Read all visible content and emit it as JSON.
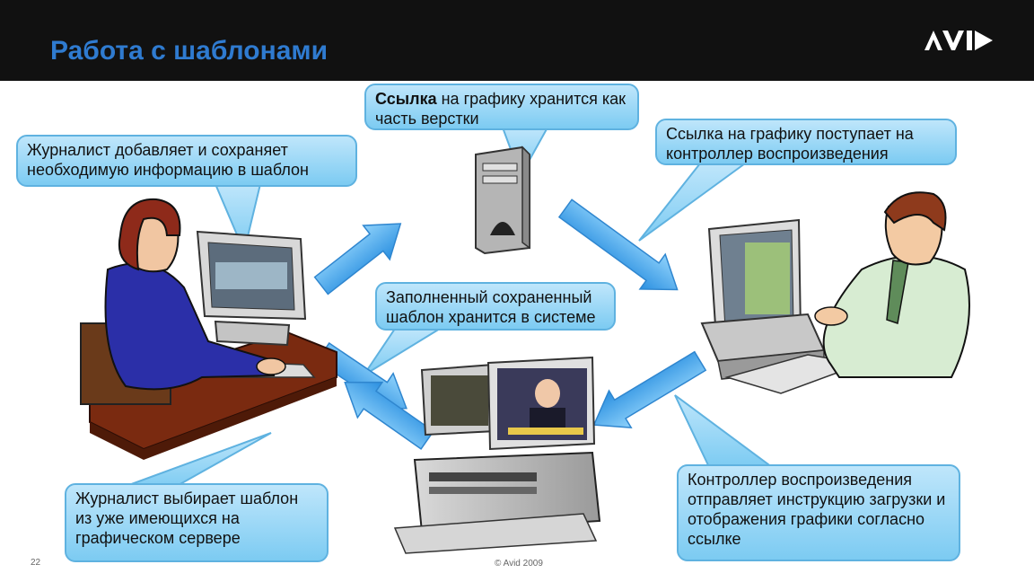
{
  "slide": {
    "title": "Работа с шаблонами",
    "logo": "AVID",
    "page_number": "22",
    "copyright": "© Avid 2009"
  },
  "callouts": {
    "journalist_adds": "Журналист добавляет и сохраняет необходимую информацию в шаблон",
    "link_bold": "Ссылка",
    "link_stored_rest": " на графику хранится как часть верстки",
    "link_to_controller": "Ссылка на графику поступает на контроллер воспроизведения",
    "template_stored": "Заполненный сохраненный шаблон хранится в системе",
    "journalist_selects": "Журналист выбирает шаблон из уже имеющихся на графическом сервере",
    "controller_sends": "Контроллер воспроизведения отправляет инструкцию загрузки и отображения графики согласно ссылке"
  },
  "colors": {
    "header_bg": "#111111",
    "title": "#2f7bd0",
    "callout_fill": "#9fd9f7",
    "arrow": "#3aa0e6"
  },
  "icons": [
    "journalist-woman-icon",
    "server-tower-icon",
    "playout-operator-man-icon",
    "graphics-server-icon",
    "flow-arrow-icon"
  ]
}
